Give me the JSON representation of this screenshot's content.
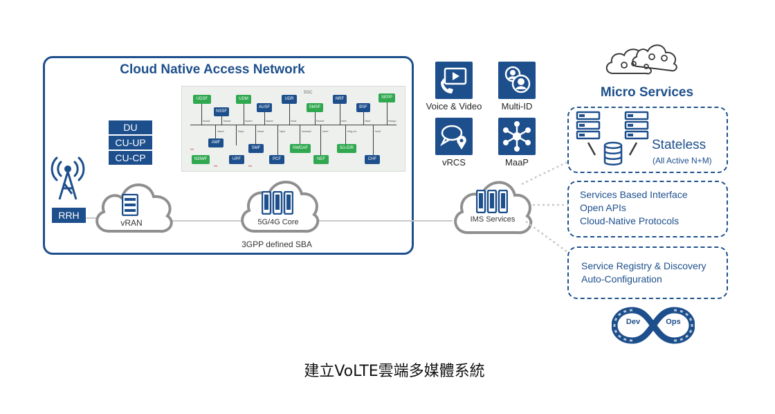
{
  "access_network": {
    "title": "Cloud Native Access Network",
    "du": "DU",
    "cu_up": "CU-UP",
    "cu_cp": "CU-CP",
    "rrh": "RRH",
    "vran": "vRAN",
    "core": "5G/4G Core",
    "sba": "3GPP defined SBA"
  },
  "core_image": {
    "tag": "5GC",
    "top_nfs": [
      "UDSF",
      "NSSF",
      "UDM",
      "AUSF",
      "UDR",
      "SMSF",
      "NRF",
      "BSF",
      "SEPP"
    ],
    "interfaces": [
      "Nudsf",
      "Nnssf",
      "Nudm",
      "Nausf",
      "Nudr",
      "Nsmsf",
      "Nnrf",
      "Nbsf",
      "Nsepp",
      "Namf",
      "Nupf",
      "Nsmf",
      "Npcf",
      "Nnwdaf",
      "Nnef",
      "N5g-eir",
      "Nchf"
    ],
    "bottom_nfs": [
      "AMF",
      "N3IWF",
      "SMF",
      "UPF",
      "PCF",
      "NWDAF",
      "NEF",
      "5G-EIR",
      "CHF"
    ],
    "refs": [
      "N2",
      "N3",
      "N4"
    ]
  },
  "ims": {
    "cloud_label": "IMS Services",
    "apps": [
      "Voice & Video",
      "Multi-ID",
      "vRCS",
      "MaaP"
    ]
  },
  "micro_services": {
    "title": "Micro Services",
    "stateless": "Stateless",
    "stateless_sub": "(All Active N+M)",
    "sbi_lines": [
      "Services Based Interface",
      "Open APIs",
      "Cloud-Native Protocols"
    ],
    "registry_lines": [
      "Service Registry & Discovery",
      "Auto-Configuration"
    ],
    "devops_dev": "Dev",
    "devops_ops": "Ops"
  },
  "caption": "建立VoLTE雲端多媒體系統",
  "colors": {
    "brand_blue": "#1d4f8c",
    "nf_green": "#2fa84f",
    "link_gray": "#c9c9c9"
  }
}
